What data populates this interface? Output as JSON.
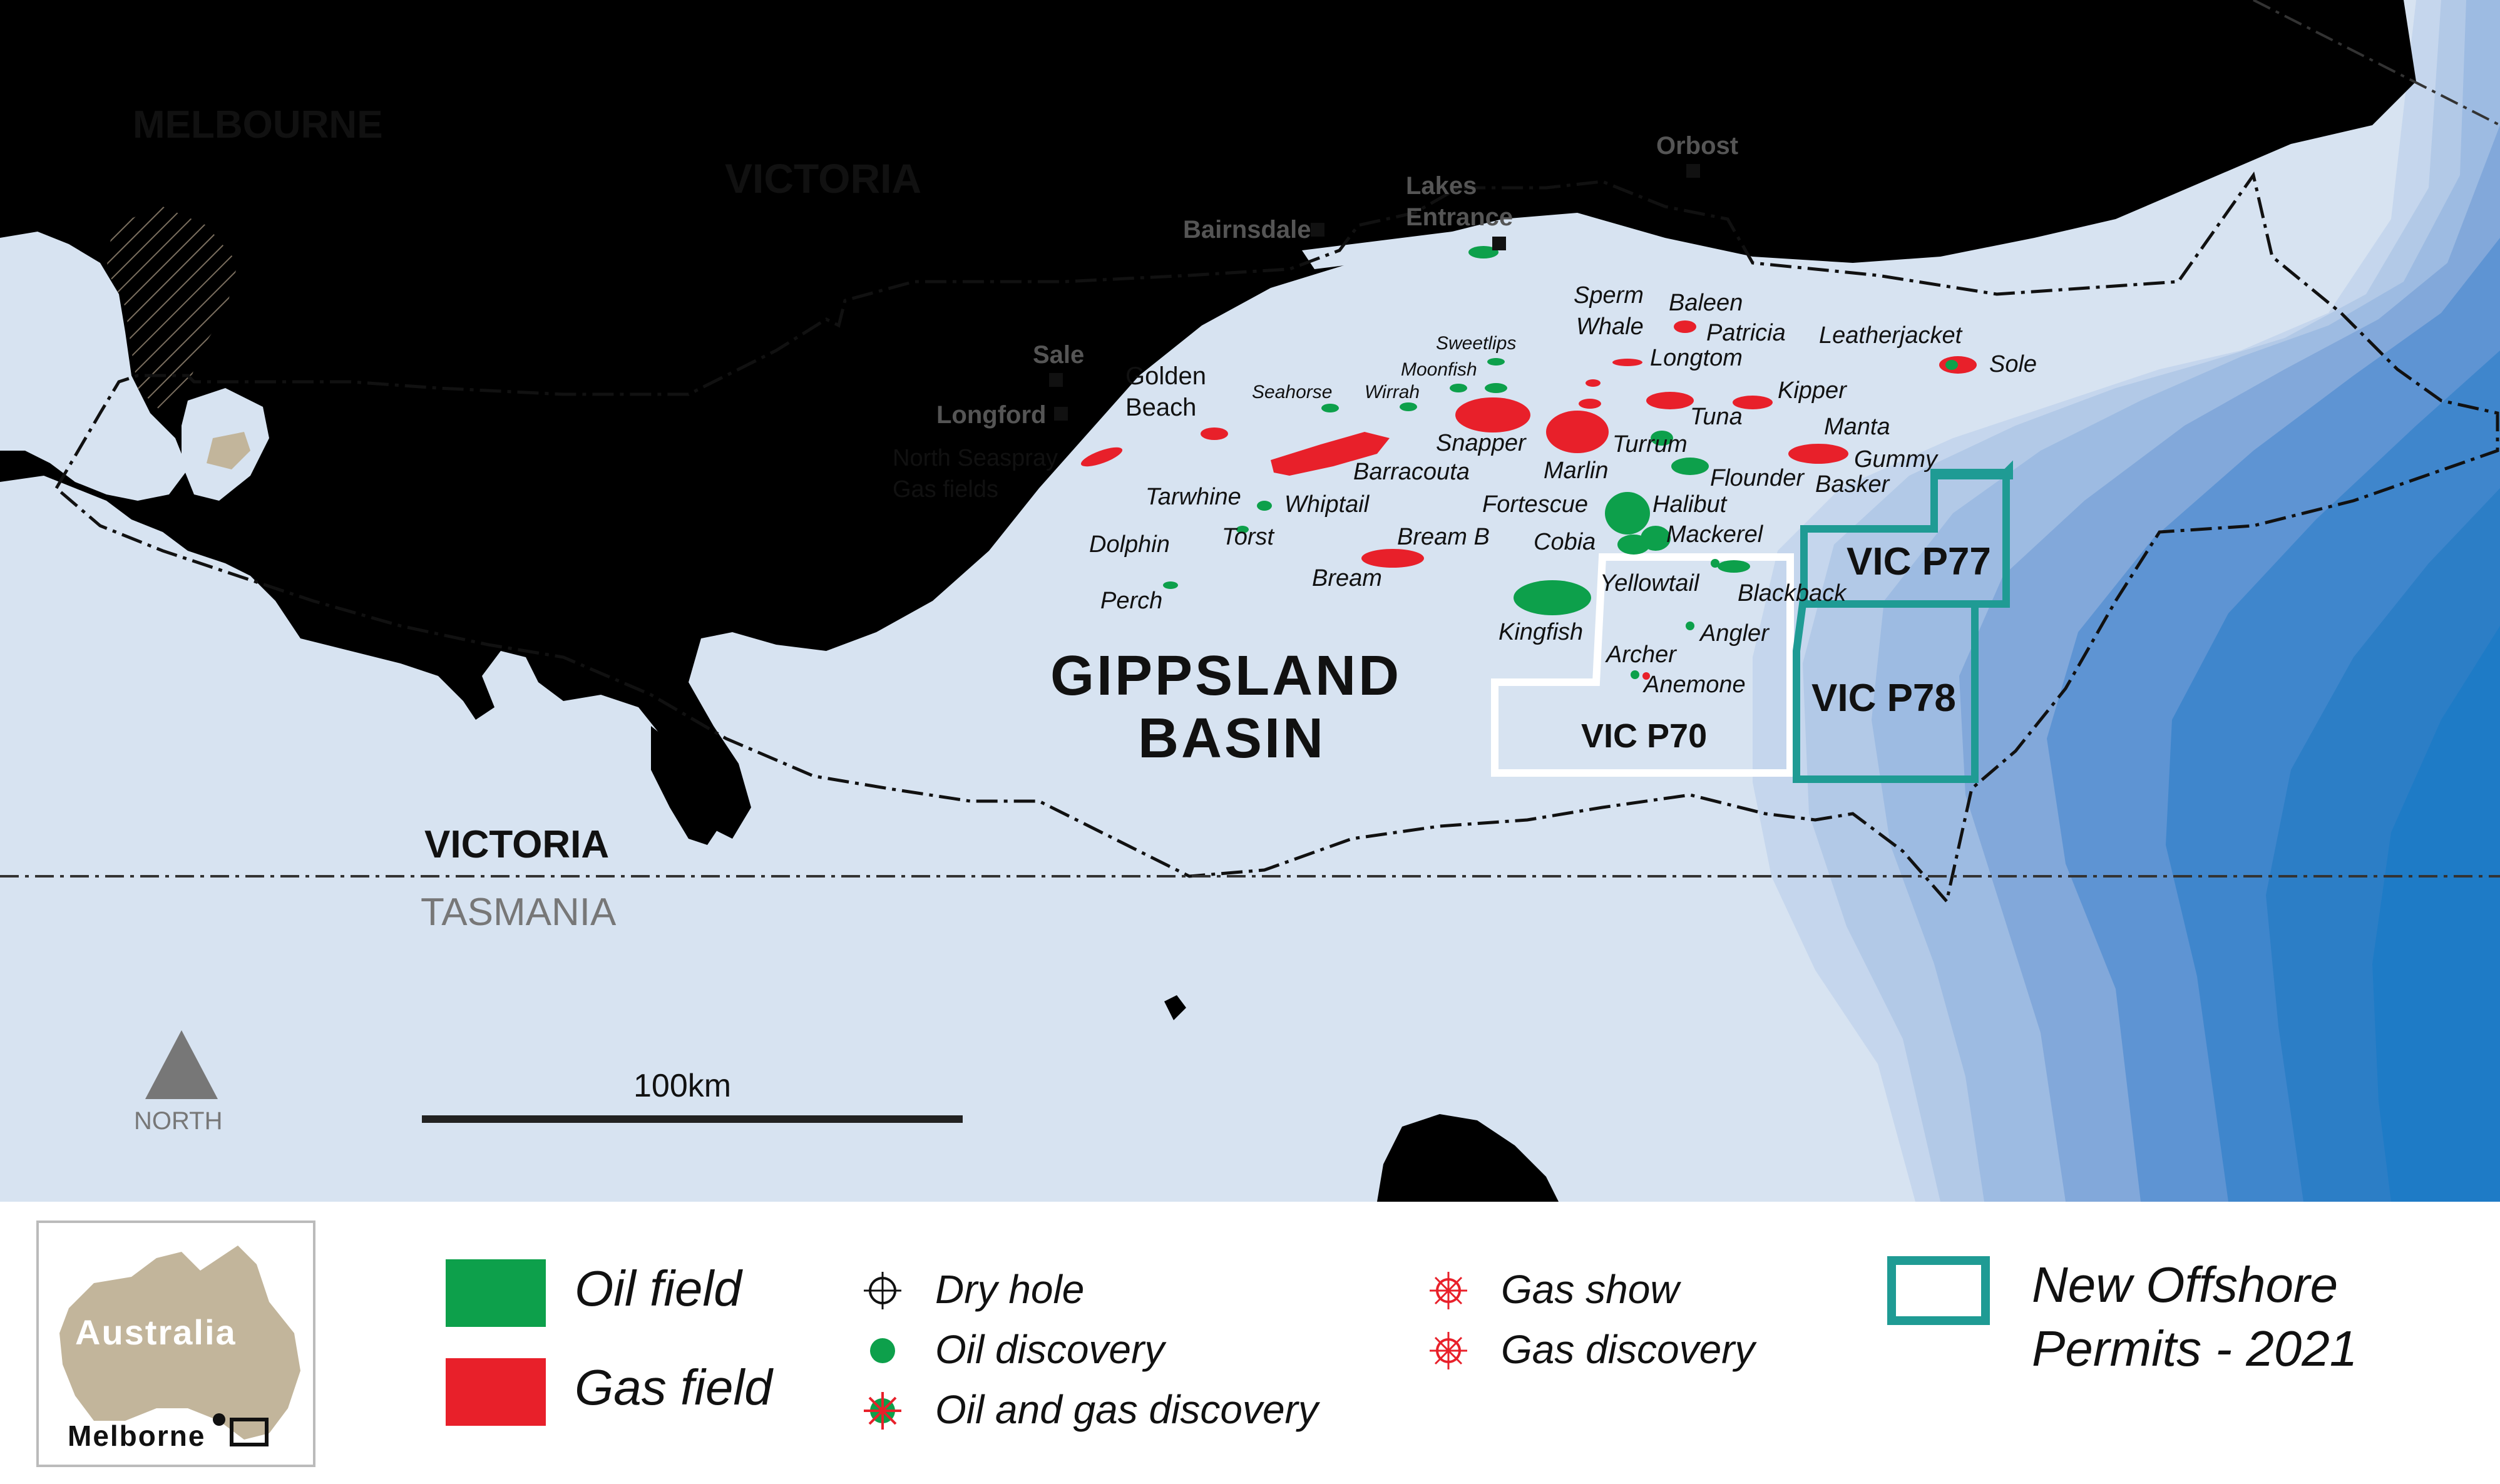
{
  "map": {
    "regions": {
      "melbourne": "MELBOURNE",
      "victoria_north": "VICTORIA",
      "victoria_south": "VICTORIA",
      "tasmania": "TASMANIA",
      "basin_line1": "GIPPSLAND",
      "basin_line2": "BASIN"
    },
    "towns": {
      "orbost": "Orbost",
      "lakes_line1": "Lakes",
      "lakes_line2": "Entrance",
      "bairnsdale": "Bairnsdale",
      "sale": "Sale",
      "longford": "Longford",
      "golden_line1": "Golden",
      "golden_line2": "Beach"
    },
    "fields": {
      "seaspray_line1": "North Seaspray",
      "seaspray_line2": "Gas fields",
      "sperm_line1": "Sperm",
      "sperm_line2": "Whale",
      "baleen": "Baleen",
      "patricia": "Patricia",
      "leatherjacket": "Leatherjacket",
      "sweetlips": "Sweetlips",
      "moonfish": "Moonfish",
      "longtom": "Longtom",
      "sole": "Sole",
      "seahorse": "Seahorse",
      "wirrah": "Wirrah",
      "kipper": "Kipper",
      "snapper": "Snapper",
      "turrum": "Turrum",
      "tuna": "Tuna",
      "manta": "Manta",
      "gummy": "Gummy",
      "barracouta": "Barracouta",
      "marlin": "Marlin",
      "flounder": "Flounder",
      "basker": "Basker",
      "tarwhine": "Tarwhine",
      "whiptail": "Whiptail",
      "fortescue": "Fortescue",
      "halibut": "Halibut",
      "torst": "Torst",
      "bream_b": "Bream B",
      "cobia": "Cobia",
      "mackerel": "Mackerel",
      "dolphin": "Dolphin",
      "bream": "Bream",
      "yellowtail": "Yellowtail",
      "blackback": "Blackback",
      "perch": "Perch",
      "kingfish": "Kingfish",
      "angler": "Angler",
      "archer": "Archer",
      "anemone": "Anemone"
    },
    "permits": {
      "p77": "VIC P77",
      "p78": "VIC P78",
      "p70": "VIC P70"
    },
    "scale_label": "100km",
    "north_label": "NORTH"
  },
  "legend": {
    "inset_country": "Australia",
    "inset_city": "Melborne",
    "oil_field": "Oil field",
    "gas_field": "Gas field",
    "dry_hole": "Dry hole",
    "oil_discovery": "Oil discovery",
    "oil_gas_discovery": "Oil and gas discovery",
    "gas_show": "Gas show",
    "gas_discovery": "Gas discovery",
    "permits_line1": "New Offshore",
    "permits_line2": "Permits - 2021"
  },
  "colors": {
    "land": "#c2b59b",
    "sea_shelf": "#d7e3f1",
    "oil": "#0da04b",
    "gas": "#e8202a",
    "permit_teal": "#1f9b94",
    "deep_sea": "#1e82c8"
  }
}
